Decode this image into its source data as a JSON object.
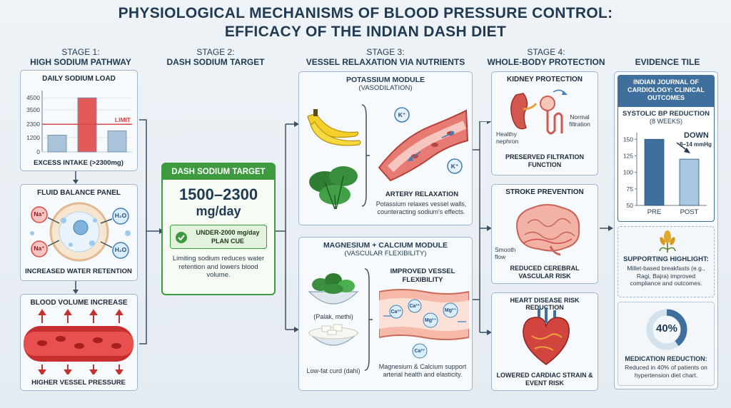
{
  "title": {
    "line1": "PHYSIOLOGICAL MECHANISMS OF BLOOD PRESSURE CONTROL:",
    "line2": "EFFICACY OF THE INDIAN DASH DIET"
  },
  "stages": [
    {
      "kicker": "STAGE 1:",
      "name": "HIGH SODIUM PATHWAY"
    },
    {
      "kicker": "STAGE 2:",
      "name": "DASH SODIUM TARGET"
    },
    {
      "kicker": "STAGE 3:",
      "name": "VESSEL RELAXATION VIA NUTRIENTS"
    },
    {
      "kicker": "STAGE 4:",
      "name": "WHOLE-BODY PROTECTION"
    },
    {
      "kicker": "",
      "name": "EVIDENCE TILE"
    }
  ],
  "stage1": {
    "sodium_panel": {
      "title": "DAILY SODIUM LOAD",
      "caption": "EXCESS INTAKE (>2300mg)",
      "limit_label": "LIMIT"
    },
    "fluid_panel": {
      "title": "FLUID BALANCE PANEL",
      "caption": "INCREASED WATER RETENTION",
      "na": "Na⁺",
      "h2o": "H₂O"
    },
    "volume_panel": {
      "title": "BLOOD VOLUME INCREASE",
      "caption": "HIGHER VESSEL PRESSURE"
    }
  },
  "stage2": {
    "header": "DASH SODIUM TARGET",
    "value": "1500–2300",
    "unit": "mg/day",
    "cue": "UNDER-2000 mg/day PLAN CUE",
    "note": "Limiting sodium reduces water retention and lowers blood volume."
  },
  "stage3": {
    "potassium": {
      "title": "POTASSIUM MODULE",
      "subtitle": "(VASODILATION)",
      "k_label": "K⁺",
      "caption": "ARTERY RELAXATION",
      "note": "Potassium relaxes vessel walls, counteracting sodium's effects."
    },
    "magnesium": {
      "title": "MAGNESIUM + CALCIUM MODULE",
      "subtitle": "(VASCULAR FLEXIBILITY)",
      "greens_label": "(Palak, methi)",
      "curd_label": "Low-fat curd (dahi)",
      "vessel_title": "IMPROVED VESSEL FLEXIBILITY",
      "ca": "Ca²⁺",
      "mg": "Mg²⁺",
      "note": "Magnesium & Calcium support arterial health and elasticity."
    }
  },
  "stage4": {
    "kidney": {
      "title": "KIDNEY PROTECTION",
      "left_label": "Healthy nephron",
      "right_label": "Normal filtration",
      "caption": "PRESERVED FILTRATION FUNCTION"
    },
    "stroke": {
      "title": "STROKE PREVENTION",
      "flow_label": "Smooth flow",
      "caption": "REDUCED CEREBRAL VASCULAR RISK"
    },
    "heart": {
      "title": "HEART DISEASE RISK REDUCTION",
      "caption": "LOWERED CARDIAC STRAIN & EVENT RISK"
    }
  },
  "evidence": {
    "journal": "INDIAN JOURNAL OF CARDIOLOGY: CLINICAL OUTCOMES",
    "sbp_title": "SYSTOLIC BP REDUCTION",
    "sbp_sub": "(8 WEEKS)",
    "down": "DOWN",
    "down_range": "8–14 mmHg",
    "highlight_title": "SUPPORTING HIGHLIGHT:",
    "highlight_text": "Millet-based breakfasts (e.g., Ragi, Bajra) improved compliance and outcomes.",
    "pct": "40%",
    "med_title": "MEDICATION REDUCTION:",
    "med_text": "Reduced in 40% of patients on hypertension diet chart."
  },
  "chart_data": [
    {
      "type": "bar",
      "title": "DAILY SODIUM LOAD",
      "categories": [
        "",
        "",
        ""
      ],
      "values": [
        1400,
        4500,
        1750
      ],
      "yticks": [
        0,
        1200,
        2300,
        3500,
        4500
      ],
      "ylim": [
        0,
        5100
      ],
      "reference_line": {
        "label": "LIMIT",
        "value": 2300
      },
      "colors": [
        "#a9c3da",
        "#e25a5a",
        "#a9c3da"
      ]
    },
    {
      "type": "bar",
      "title": "SYSTOLIC BP REDUCTION",
      "categories": [
        "PRE",
        "POST"
      ],
      "values": [
        150,
        120
      ],
      "yticks": [
        50,
        75,
        100,
        125,
        150
      ],
      "ylim": [
        50,
        160
      ],
      "colors": [
        "#3f6f9d",
        "#a9c7e0"
      ]
    }
  ],
  "colors": {
    "accent": "#1f3a52",
    "green": "#3e9a3e",
    "red": "#d94848",
    "blue": "#3f6f9d"
  }
}
